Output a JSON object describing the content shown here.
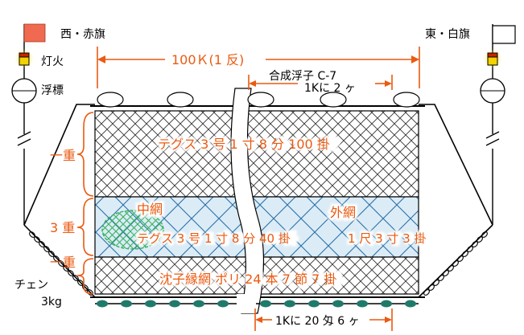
{
  "labels": {
    "flag_west": "西・赤旗",
    "flag_east": "東・白旗",
    "light": "灯火",
    "buoy": "浮標",
    "total_length": "100Ｋ(1 反)",
    "float_type": "合成浮子 C-7",
    "float_spacing": "1Kに 2 ヶ",
    "top_layer_count": "一重",
    "middle_layer_count": "3 重",
    "bottom_layer_count": "一重",
    "top_net_spec": "テグス 3 号 1 寸 8 分 100 掛",
    "inner_net": "中網",
    "outer_net": "外網",
    "middle_net_spec": "テグス 3 号 1 寸 8 分 40 掛",
    "outer_mesh": "1 尺 3 寸 3 掛",
    "bottom_net_spec": "沈子縁網 ポリ 24 本 7 節 7 掛",
    "chain": "チェン",
    "chain_weight": "3kg",
    "sinker_spacing": "1Kに 20 匁 6 ヶ"
  },
  "colors": {
    "annotation": "#ea5a10",
    "red_flag": "#ef6a50",
    "white_flag": "#ffffff",
    "net_mesh": "#333333",
    "middle_band": "#dcecf6",
    "middle_mesh": "#2a6fa8",
    "inner_mesh": "#38b060",
    "sinker": "#1f7a6a",
    "lamp_red": "#cc2200",
    "lamp_yellow": "#f2d200",
    "lamp_glow": "#ffee55"
  },
  "icons": [
    "red-flag-icon",
    "white-flag-icon",
    "lamp-icon",
    "buoy-icon",
    "float-icon",
    "sinker-icon",
    "chain-icon"
  ]
}
